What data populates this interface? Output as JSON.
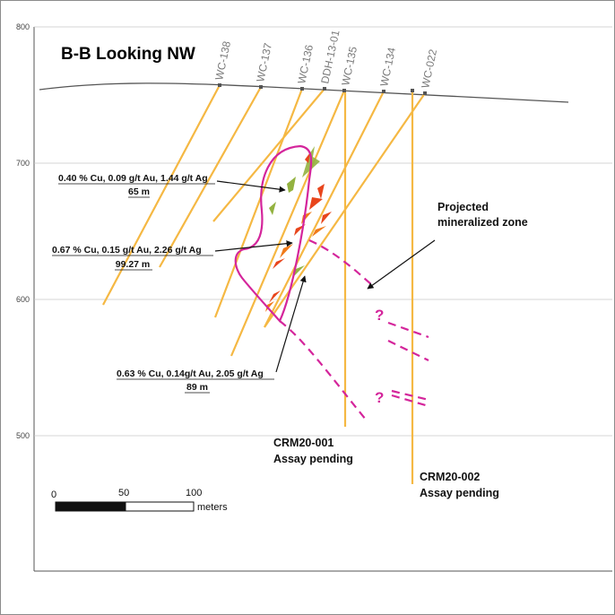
{
  "title": "B-B Looking NW",
  "y_axis": {
    "ticks": [
      "800",
      "700",
      "600",
      "500"
    ]
  },
  "drill_holes": [
    {
      "label": "WC-138"
    },
    {
      "label": "WC-137"
    },
    {
      "label": "WC-136"
    },
    {
      "label": "DDH-13-01"
    },
    {
      "label": "WC-135"
    },
    {
      "label": "WC-134"
    },
    {
      "label": "WC-022"
    }
  ],
  "intercepts": [
    {
      "line1": "0.40 % Cu, 0.09 g/t Au, 1.44 g/t Ag",
      "line2": "65 m"
    },
    {
      "line1": "0.67 % Cu, 0.15 g/t Au, 2.26 g/t Ag",
      "line2": "99.27 m"
    },
    {
      "line1": "0.63 % Cu, 0.14g/t Au, 2.05 g/t Ag",
      "line2": "89 m"
    }
  ],
  "projected_zone": {
    "line1": "Projected",
    "line2": "mineralized zone"
  },
  "question_mark": "?",
  "pending_holes": [
    {
      "name": "CRM20-001",
      "status": "Assay pending"
    },
    {
      "name": "CRM20-002",
      "status": "Assay pending"
    }
  ],
  "scale_bar": {
    "labels": [
      "0",
      "50",
      "100"
    ],
    "unit": "meters"
  },
  "colors": {
    "drillhole": "#f5b843",
    "zone": "#d4259b",
    "assay_hi": "#e8451c",
    "assay_lo": "#93b240",
    "grid": "#c8c8c8"
  }
}
